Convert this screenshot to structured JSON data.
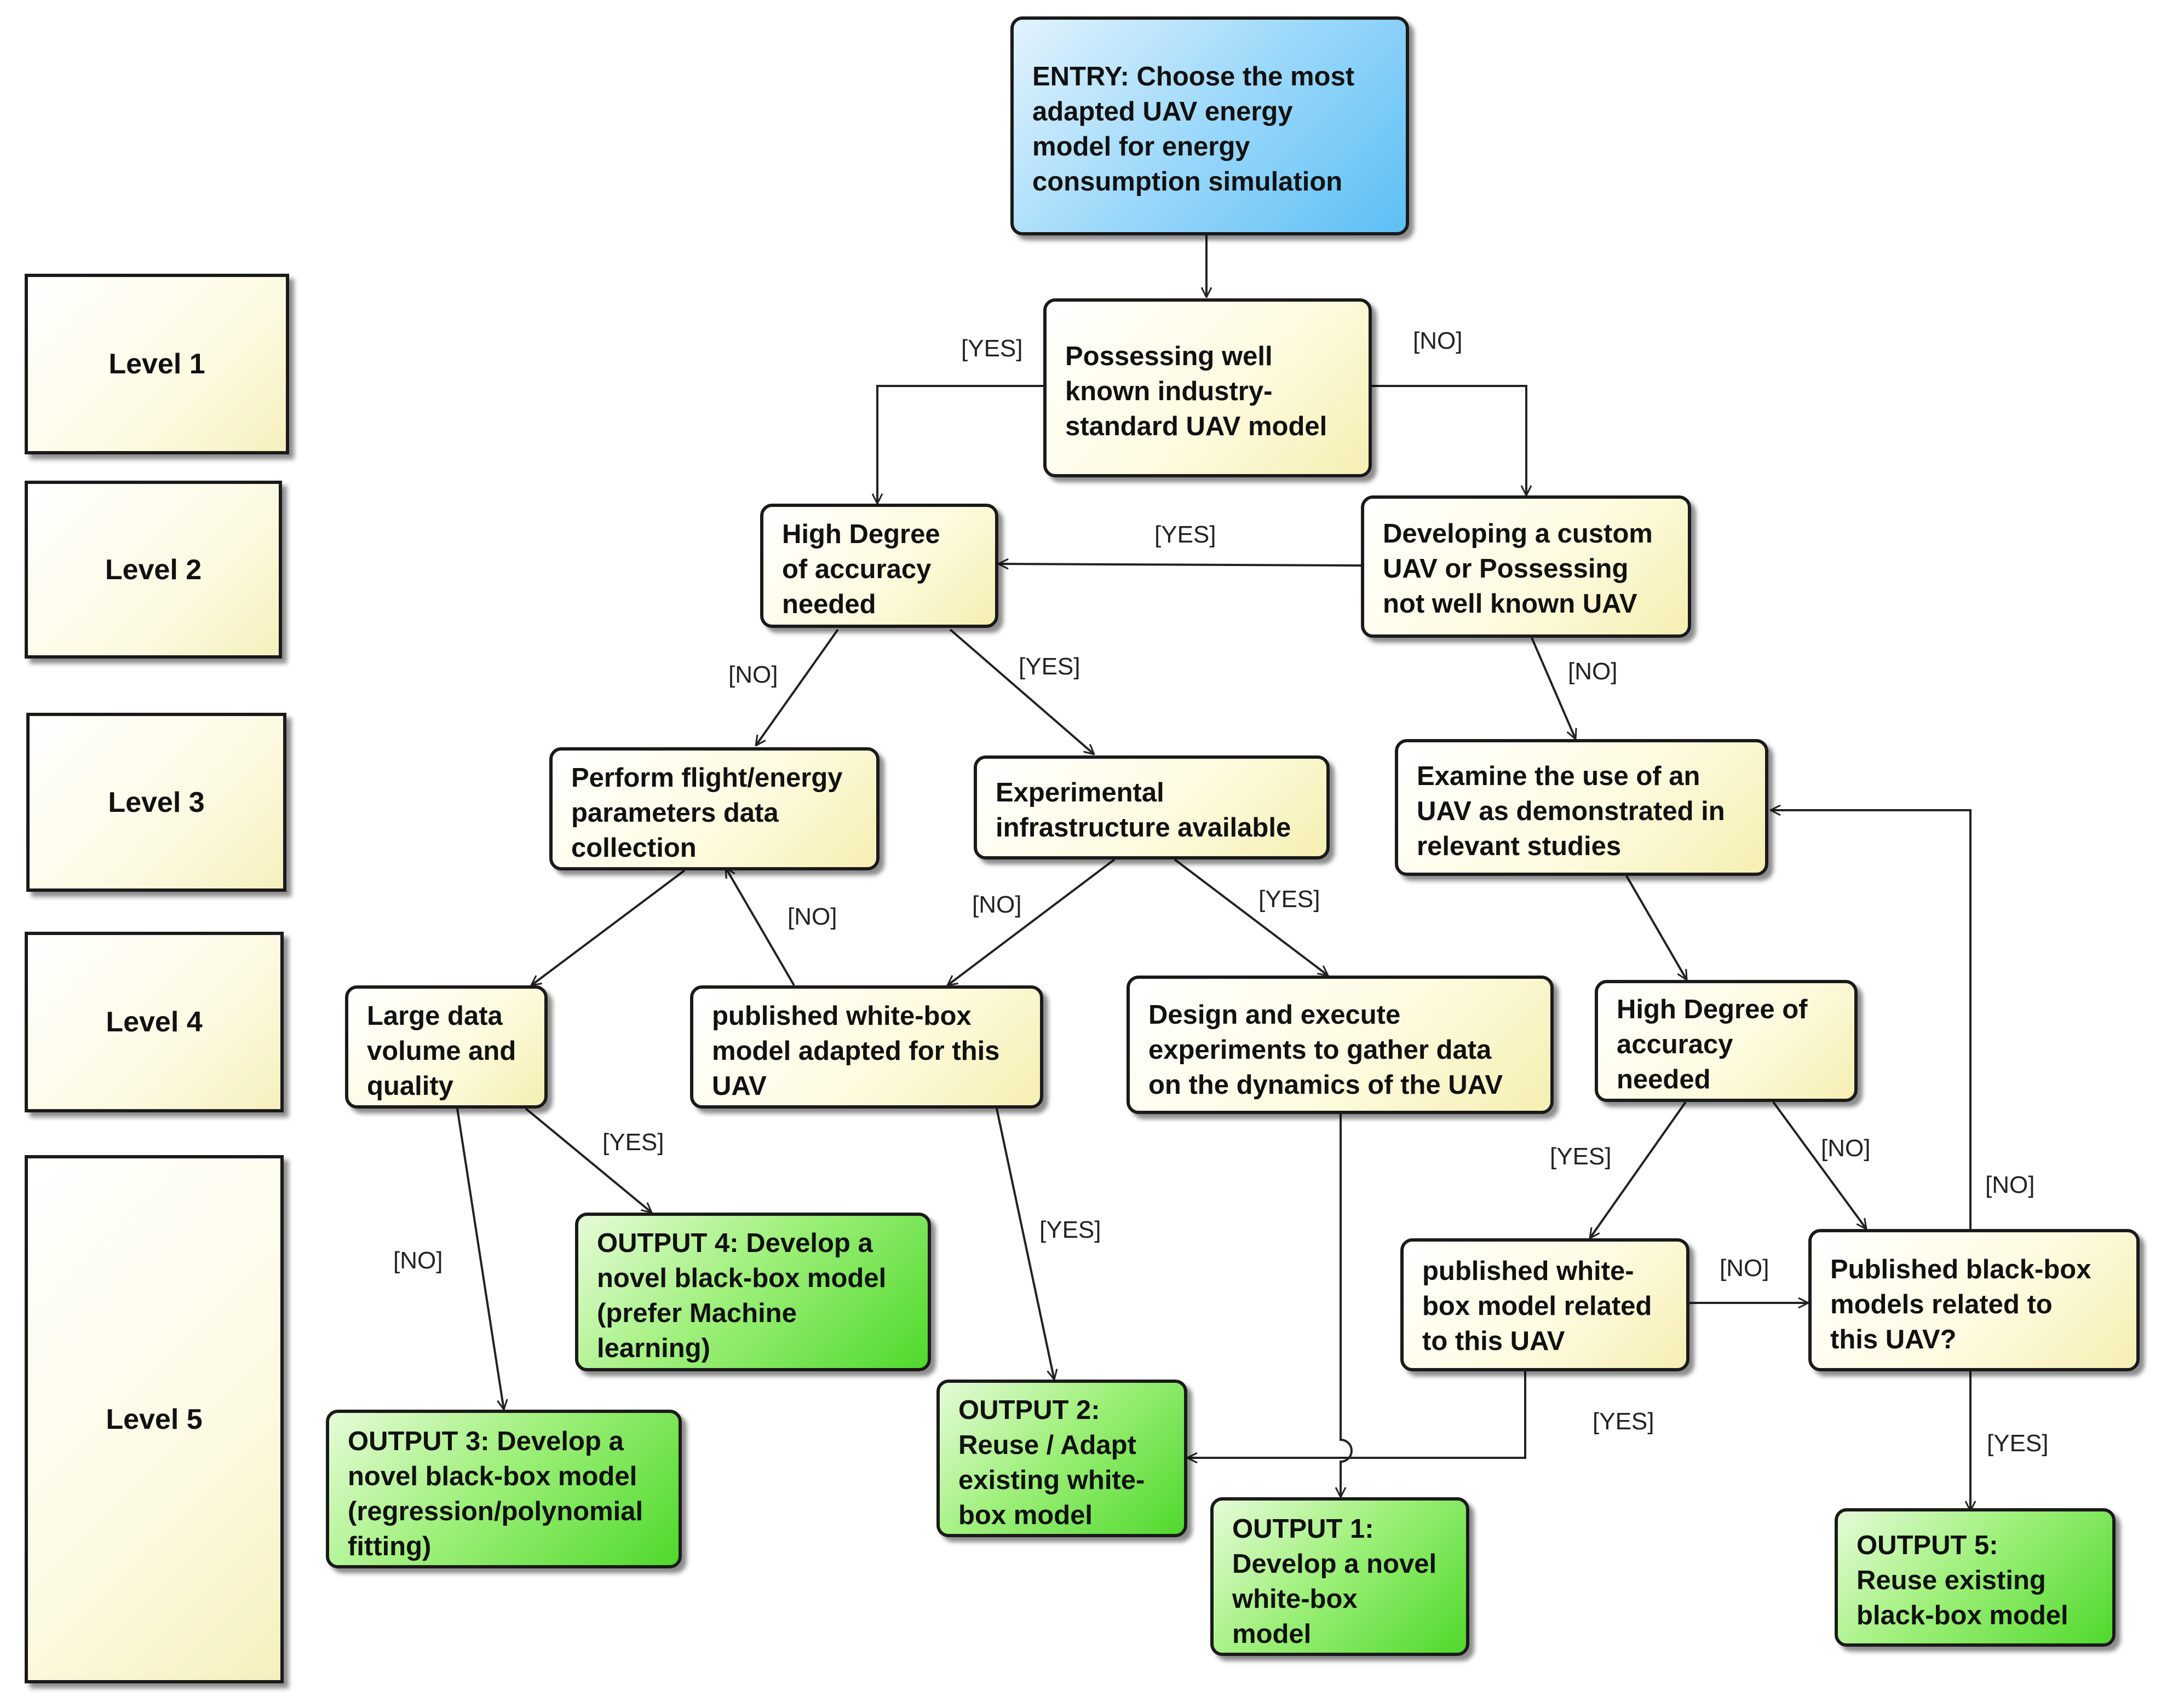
{
  "levels": [
    "Level 1",
    "Level 2",
    "Level 3",
    "Level 4",
    "Level 5"
  ],
  "nodes": {
    "entry": "ENTRY: Choose the most\nadapted UAV energy\nmodel for energy\nconsumption simulation",
    "possessing": "Possessing well\nknown  industry-\nstandard UAV model",
    "high_accuracy_1": "High Degree\nof accuracy\nneeded",
    "developing_custom": "Developing a custom\nUAV or Possessing\nnot well known UAV",
    "perform_collection": "Perform flight/energy\nparameters data\ncollection",
    "experimental_infra": "Experimental\ninfrastructure available",
    "examine_use": "Examine the use of an\nUAV as demonstrated in\nrelevant studies",
    "large_data": "Large data\nvolume and\nquality",
    "published_whitebox_adapted": "published white-box\nmodel adapted for this\nUAV",
    "design_experiments": "Design and execute\nexperiments to gather data\non the dynamics of the UAV",
    "high_accuracy_2": "High Degree of\naccuracy\nneeded",
    "output4": "OUTPUT 4: Develop a\nnovel  black-box model\n(prefer Machine\nlearning)",
    "published_whitebox_related": "published white-\nbox model related\nto this UAV",
    "published_blackbox": "Published black-box\nmodels related to\nthis UAV?",
    "output3": "OUTPUT 3: Develop a\nnovel  black-box model\n(regression/polynomial\nfitting)",
    "output2": "OUTPUT 2:\nReuse / Adapt\nexisting white-\nbox model",
    "output1": "OUTPUT 1:\nDevelop a novel\nwhite-box\nmodel",
    "output5": "OUTPUT 5:\nReuse existing\nblack-box model"
  },
  "edge_labels": {
    "l1_yes": "[YES]",
    "l1_no": "[NO]",
    "dev_yes": "[YES]",
    "ha1_no": "[NO]",
    "ha1_yes": "[YES]",
    "dev_no": "[NO]",
    "wb_no": "[NO]",
    "exp_no": "[NO]",
    "exp_yes": "[YES]",
    "ld_yes": "[YES]",
    "ld_no": "[NO]",
    "wba_yes": "[YES]",
    "ha2_yes": "[YES]",
    "ha2_no": "[NO]",
    "pbb_no": "[NO]",
    "wbr_no": "[NO]",
    "wbr_yes": "[YES]",
    "pbb_yes": "[YES]"
  }
}
